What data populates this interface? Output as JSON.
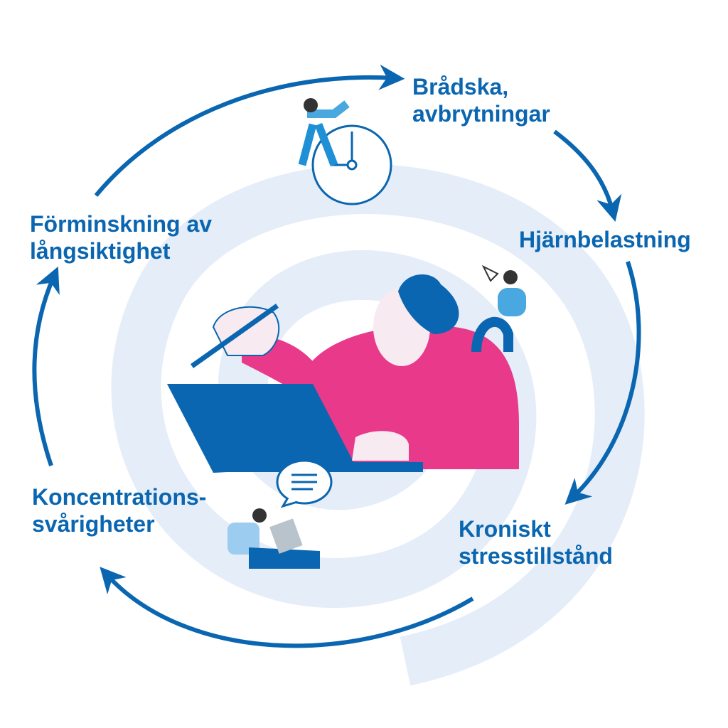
{
  "colors": {
    "accent_blue": "#0a66b0",
    "pink": "#e8398a",
    "spiral": "#e4edf8",
    "light_blue": "#49a8e0"
  },
  "cycle_steps": [
    {
      "line1": "Brådska,",
      "line2": "avbrytningar"
    },
    {
      "line1": "Hjärnbelastning",
      "line2": ""
    },
    {
      "line1": "Kroniskt",
      "line2": "stresstillstånd"
    },
    {
      "line1": "Koncentrations-",
      "line2": "svårigheter"
    },
    {
      "line1": "Förminskning av",
      "line2": "långsiktighet"
    }
  ],
  "icons": [
    "clock-icon",
    "speech-bubble-icon",
    "megaphone-icon",
    "arrow-icon"
  ]
}
